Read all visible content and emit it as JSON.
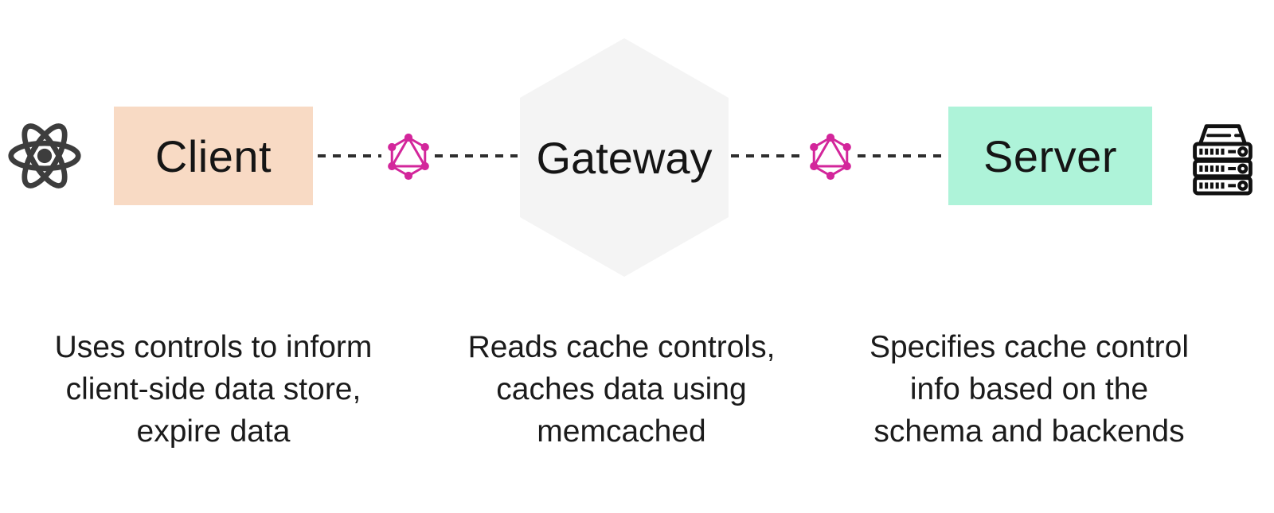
{
  "nodes": {
    "client": {
      "label": "Client",
      "description_lines": [
        "Uses controls to inform",
        "client-side data store,",
        "expire data"
      ]
    },
    "gateway": {
      "label": "Gateway",
      "description_lines": [
        "Reads cache controls,",
        "caches data using",
        "memcached"
      ]
    },
    "server": {
      "label": "Server",
      "description_lines": [
        "Specifies cache control",
        "info based on the",
        "schema and backends"
      ]
    }
  },
  "icons": {
    "left": "react-logo",
    "connector": "graphql-logo",
    "right": "server-rack"
  },
  "colors": {
    "background": "#ffffff",
    "client_box_bg": "#f8dac4",
    "gateway_hexagon_bg": "#f4f4f4",
    "server_box_bg": "#aef3d9",
    "graphql_pink": "#d3269b",
    "react_gray": "#3d3d3d",
    "rack_black": "#111111",
    "dash_color": "#2e2e2e",
    "text_color": "#1b1b1b"
  }
}
